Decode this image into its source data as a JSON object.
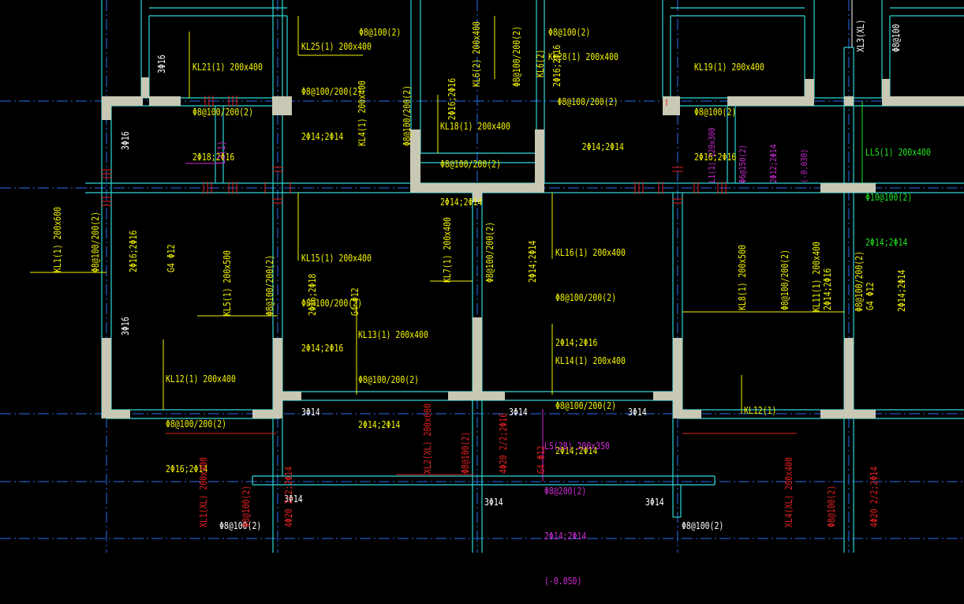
{
  "colors": {
    "background": "#000000",
    "wall": "#c8c8b4",
    "beam_edge": "#2fd6d6",
    "axis": "#2a6ef0",
    "beam_text": "#f2f200",
    "rebar_text": "#ffffff",
    "magenta_text": "#d02ad6",
    "red_text": "#e52020",
    "green_text": "#1ee11e",
    "tick": "#e52020"
  },
  "labels": {
    "top1": {
      "lines": [
        "Φ8@100(2)"
      ]
    },
    "top2": {
      "lines": [
        "Φ8@100(2)"
      ]
    },
    "kl25": {
      "lines": [
        "KL25(1) 200x400",
        "Φ8@100/200(2)",
        "2Φ14;2Φ14"
      ]
    },
    "kl21": {
      "lines": [
        "KL21(1) 200x400",
        "Φ8@100/200(2)",
        "2Φ18;2Φ16"
      ]
    },
    "kl28": {
      "lines": [
        "KL28(1) 200x400",
        "Φ8@100/200(2)",
        "2Φ14;2Φ14"
      ]
    },
    "kl19": {
      "lines": [
        "KL19(1) 200x400",
        "Φ8@100(2)",
        "2Φ16;2Φ16"
      ]
    },
    "kl18": {
      "lines": [
        "KL18(1) 200x400",
        "Φ8@100/200(2)",
        "2Φ14;2Φ14"
      ]
    },
    "ll5": {
      "lines": [
        "LL5(1) 200x400",
        "Φ10@100(2)",
        "2Φ14;2Φ14"
      ]
    },
    "kl15": {
      "lines": [
        "KL15(1) 200x400",
        "Φ8@100/200(2)",
        "2Φ14;2Φ16"
      ]
    },
    "kl16": {
      "lines": [
        "KL16(1) 200x400",
        "Φ8@100/200(2)",
        "2Φ14;2Φ16"
      ]
    },
    "kl13": {
      "lines": [
        "KL13(1) 200x400",
        "Φ8@100/200(2)",
        "2Φ14;2Φ14"
      ]
    },
    "kl14": {
      "lines": [
        "KL14(1) 200x400",
        "Φ8@100/200(2)",
        "2Φ14;2Φ14"
      ]
    },
    "kl12a": {
      "lines": [
        "KL12(1) 200x400",
        "Φ8@100/200(2)",
        "2Φ16;2Φ14"
      ]
    },
    "kl12b": {
      "lines": [
        "KL12(1)"
      ]
    },
    "bar1": {
      "lines": [
        "3Φ14"
      ]
    },
    "bar2": {
      "lines": [
        "3Φ14"
      ]
    },
    "bar3": {
      "lines": [
        "3Φ14"
      ]
    },
    "bar4": {
      "lines": [
        "3Φ14"
      ]
    },
    "bar5": {
      "lines": [
        "3Φ14"
      ]
    },
    "stir1": {
      "lines": [
        "Φ8@100(2)"
      ]
    },
    "stir2": {
      "lines": [
        "Φ8@100(2)"
      ]
    },
    "ls": {
      "lines": [
        "LS(2B) 200x350",
        "Φ8@200(2)",
        "2Φ14;2Φ14",
        "(-0.050)"
      ]
    },
    "kl6": {
      "lines": [
        "KL6(2) 200x400",
        "Φ8@100/200(2)",
        "2Φ16;2Φ16"
      ]
    },
    "kl6b": {
      "lines": [
        "KL6(2)"
      ]
    },
    "kl4": {
      "lines": [
        "KL4(1) 200x400",
        "Φ8@100/200(2)",
        "2Φ16;2Φ16"
      ]
    },
    "kl7": {
      "lines": [
        "KL7(1) 200x400",
        "Φ8@100/200(2)",
        "2Φ14;2Φ14"
      ]
    },
    "kl1": {
      "lines": [
        "KL1(1) 200x600",
        "Φ8@100/200(2)",
        "2Φ16;2Φ16",
        "G4 Φ12"
      ]
    },
    "kl5": {
      "lines": [
        "KL5(1) 200x500",
        "Φ8@100/200(2)",
        "2Φ16;2Φ18",
        "G4 Φ12"
      ]
    },
    "kl8": {
      "lines": [
        "KL8(1) 200x500",
        "Φ8@100/200(2)",
        "2Φ14;2Φ16",
        "G4 Φ12"
      ]
    },
    "kl11": {
      "lines": [
        "KL11(1) 200x400",
        "Φ8@100/200(2)",
        "2Φ14;2Φ14"
      ]
    },
    "v3a": {
      "lines": [
        "3Φ16"
      ]
    },
    "v3b": {
      "lines": [
        "3Φ16"
      ]
    },
    "v3c": {
      "lines": [
        "3Φ16"
      ]
    },
    "l2": {
      "lines": [
        "L2(1)"
      ]
    },
    "l1": {
      "lines": [
        "L1(1) 120x300",
        "Φ6@150(2)",
        "2Φ12;2Φ14",
        "(-0.030)"
      ]
    },
    "xl3": {
      "lines": [
        "XL3(XL)",
        "Φ8@100"
      ]
    },
    "xl2": {
      "lines": [
        "XL2(XL) 200x600",
        "Φ8@100(2)",
        "4Φ20 2/2;2Φ16",
        "G4 Φ12"
      ]
    },
    "xl1": {
      "lines": [
        "XL1(XL) 200x400",
        "Φ8@100(2)",
        "4Φ20 2/2;2Φ14"
      ]
    },
    "xl4": {
      "lines": [
        "XL4(XL) 200x400",
        "Φ8@100(2)",
        "4Φ20 2/2;2Φ14"
      ]
    }
  }
}
